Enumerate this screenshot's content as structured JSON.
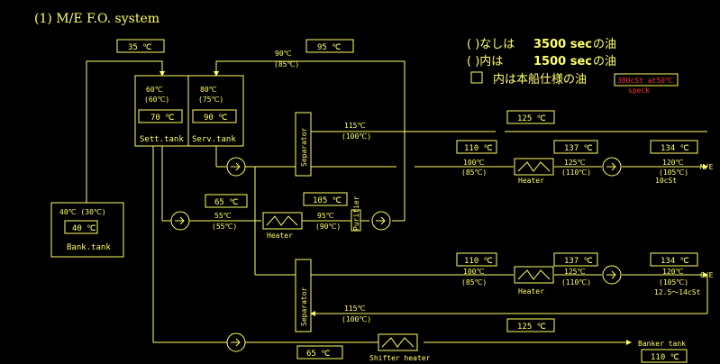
{
  "title": "(1) M/E F.O. system",
  "legend": {
    "line1_pre": "( )なしは",
    "line1_val": "3500 sec",
    "line1_post": "の油",
    "line2_pre": "( )内は",
    "line2_val": "1500 sec",
    "line2_post": "の油",
    "line3": "内は本船仕様の油",
    "red_tag": "380cSt at50℃",
    "red_sub": "speck"
  },
  "tanks": {
    "bank_name": "Bank.tank",
    "bank_temp": "40℃ (30℃)",
    "bank_set": "40 ℃",
    "sett_name": "Sett.tank",
    "sett_temp1": "60℃",
    "sett_temp2": "(60℃)",
    "sett_set": "70 ℃",
    "serv_name": "Serv.tank",
    "serv_temp1": "80℃",
    "serv_temp2": "(75℃)",
    "serv_set": "90 ℃"
  },
  "boxes": {
    "top_left": "35 ℃",
    "top_return": "95 ℃",
    "heater1": "65 ℃",
    "purifier": "105 ℃",
    "up_125": "125 ℃",
    "up_110": "110 ℃",
    "up_137": "137 ℃",
    "up_134": "134 ℃",
    "lo_110": "110 ℃",
    "lo_137": "137 ℃",
    "lo_134": "134 ℃",
    "lo_125": "125 ℃",
    "bottom_65": "65 ℃",
    "bunker_110": "110 ℃"
  },
  "labels": {
    "return_90": "90℃",
    "return_85": "(85℃)",
    "separator": "Separator",
    "purifier": "Purifier",
    "heater": "Heater",
    "shifter_heater": "Shifter heater",
    "bunker_tank": "Banker tank",
    "h1_in1": "55℃",
    "h1_in2": "(55℃)",
    "h1_out1": "95℃",
    "h1_out2": "(90℃)",
    "up_sep1": "115℃",
    "up_sep2": "(100℃)",
    "up_a1": "100℃",
    "up_a2": "(85℃)",
    "up_b1": "125℃",
    "up_b2": "(110℃)",
    "up_c1": "120℃",
    "up_c2": "(105℃)",
    "up_visc": "10cSt",
    "me": "M/E",
    "lo_a1": "100℃",
    "lo_a2": "(85℃)",
    "lo_b1": "125℃",
    "lo_b2": "(110℃)",
    "lo_c1": "120℃",
    "lo_c2": "(105℃)",
    "lo_visc": "12.5～14cSt",
    "ge": "G/E",
    "lo_sep1": "115℃",
    "lo_sep2": "(100℃)"
  }
}
